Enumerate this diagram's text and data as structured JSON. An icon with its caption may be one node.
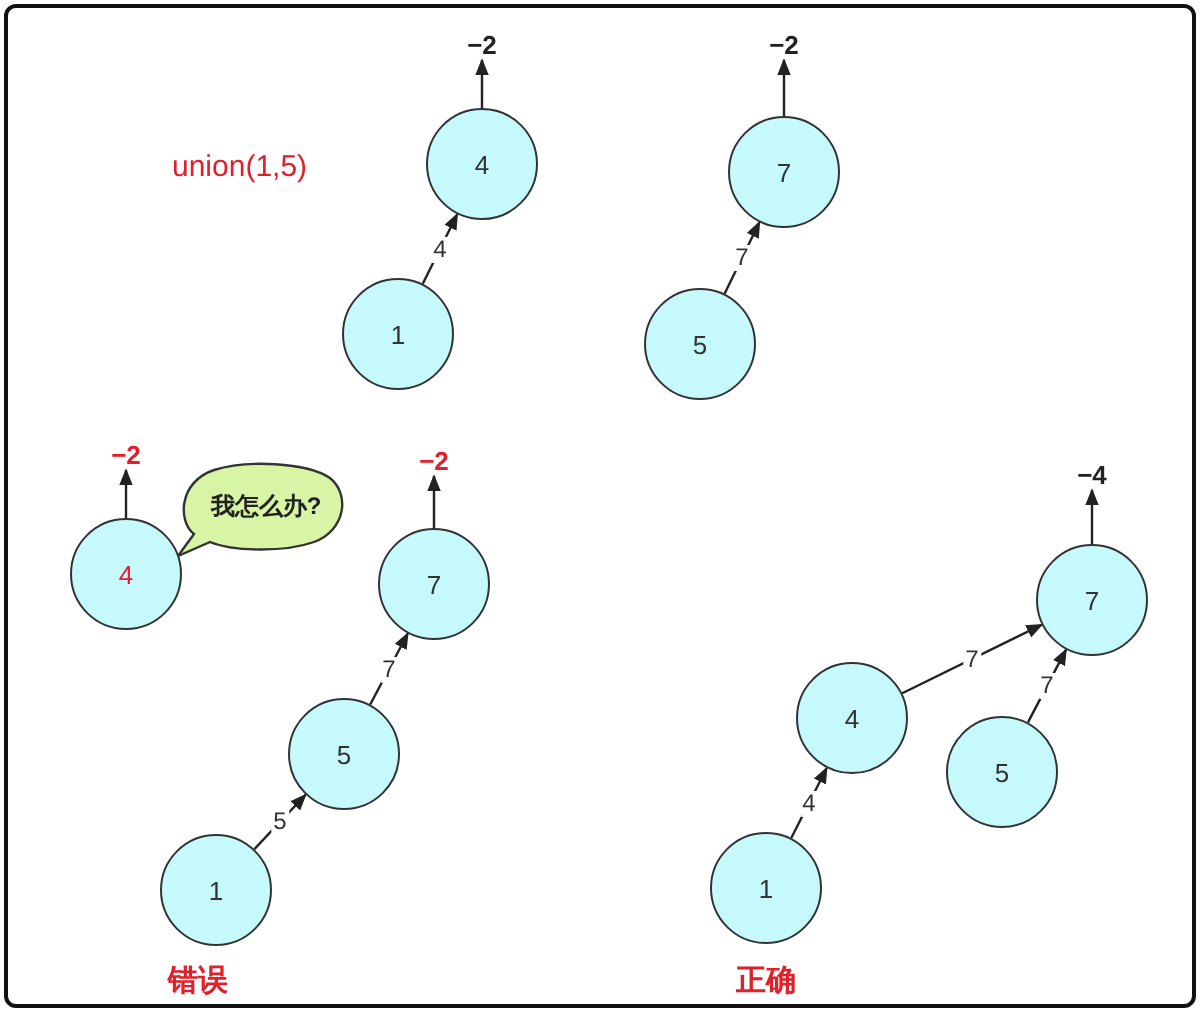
{
  "diagram": {
    "nodes": [
      {
        "text": [
          "−2"
        ]
      },
      {
        "text": [
          "−2"
        ]
      },
      {
        "text": [
          "4"
        ]
      },
      {
        "text": [
          "7"
        ]
      },
      {
        "text": [
          "1"
        ]
      },
      {
        "text": [
          "5"
        ]
      },
      {
        "text": [
          "−2"
        ]
      },
      {
        "text": [
          "我怎么办?"
        ]
      },
      {
        "text": [
          "−2"
        ]
      },
      {
        "text": [
          "4"
        ]
      },
      {
        "text": [
          "7"
        ]
      },
      {
        "text": [
          "5"
        ]
      },
      {
        "text": [
          "1"
        ]
      },
      {
        "text": [
          "−4"
        ]
      },
      {
        "text": [
          "7"
        ]
      },
      {
        "text": [
          "4"
        ]
      },
      {
        "text": [
          "5"
        ]
      },
      {
        "text": [
          "1"
        ]
      }
    ],
    "edges": [
      {
        "from": 2,
        "to": 0,
        "arrow": "to"
      },
      {
        "from": 3,
        "to": 1,
        "arrow": "to"
      },
      {
        "from": 4,
        "to": 2,
        "arrow": "to",
        "label": "4"
      },
      {
        "from": 5,
        "to": 3,
        "arrow": "to",
        "label": "7"
      },
      {
        "from": 9,
        "to": 6,
        "arrow": "to"
      },
      {
        "from": 10,
        "to": 8,
        "arrow": "to"
      },
      {
        "from": 11,
        "to": 10,
        "arrow": "to",
        "label": "7"
      },
      {
        "from": 12,
        "to": 11,
        "arrow": "to",
        "label": "5"
      },
      {
        "from": 14,
        "to": 13,
        "arrow": "to"
      },
      {
        "from": 15,
        "to": 14,
        "arrow": "to",
        "label": "7"
      },
      {
        "from": 16,
        "to": 14,
        "arrow": "to",
        "label": "7"
      },
      {
        "from": 17,
        "to": 15,
        "arrow": "to",
        "label": "4"
      }
    ],
    "labels": [
      "union(1,5)",
      "错误",
      "正确"
    ]
  }
}
